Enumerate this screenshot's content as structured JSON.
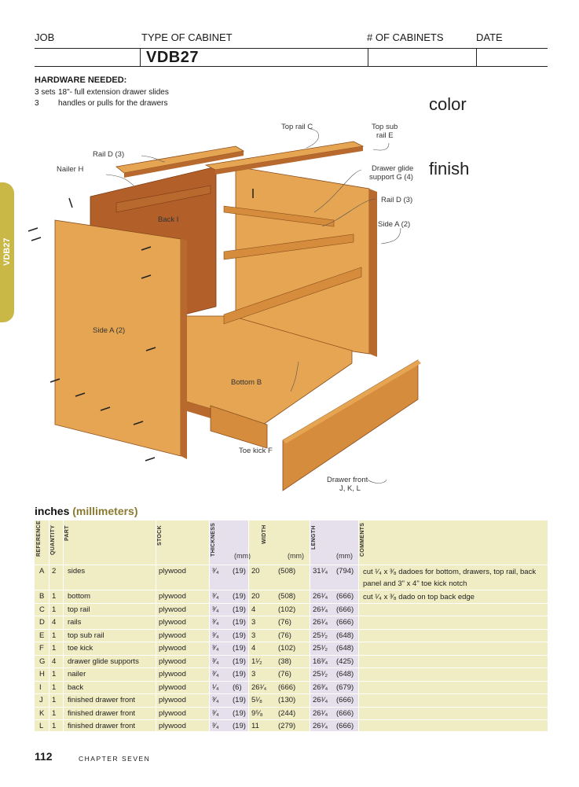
{
  "header": {
    "job_label": "JOB",
    "type_label": "TYPE OF CABINET",
    "count_label": "# OF CABINETS",
    "date_label": "DATE",
    "cabinet_name": "VDB27"
  },
  "hardware": {
    "title": "HARDWARE NEEDED:",
    "items": [
      {
        "qty": "3 sets",
        "desc": "18\"- full extension drawer slides"
      },
      {
        "qty": "3",
        "desc": "handles or pulls for the drawers"
      }
    ]
  },
  "notes": {
    "color": "color",
    "finish": "finish"
  },
  "side_tab": "VDB27",
  "drawing": {
    "colors": {
      "wood_light": "#e5a552",
      "wood_mid": "#d58c3c",
      "wood_dark": "#b8692e",
      "back": "#b35f2a"
    },
    "labels": {
      "rail_c": "Top rail C",
      "rail_e1": "Top sub",
      "rail_e2": "rail E",
      "rail_d_top": "Rail D (3)",
      "nailer": "Nailer H",
      "glide1": "Drawer glide",
      "glide2": "support G (4)",
      "rail_d_right": "Rail D (3)",
      "side_a_right": "Side A (2)",
      "back": "Back I",
      "side_a_left": "Side A (2)",
      "bottom": "Bottom B",
      "toe": "Toe kick F",
      "front1": "Drawer front",
      "front2": "J, K, L"
    }
  },
  "table": {
    "units_title": "inches",
    "units_mm": "(millimeters)",
    "headers": {
      "ref": "REFERENCE",
      "qty": "QUANTITY",
      "part": "PART",
      "stock": "STOCK",
      "thick": "THICKNESS",
      "width": "WIDTH",
      "length": "LENGTH",
      "comments": "COMMENTS",
      "mm": "(mm)"
    },
    "rows": [
      {
        "ref": "A",
        "qty": "2",
        "part": "sides",
        "stock": "plywood",
        "th": "³⁄₄",
        "thmm": "(19)",
        "w": "20",
        "wmm": "(508)",
        "l": "31¹⁄₄",
        "lmm": "(794)",
        "comment": "cut ¹⁄₄ x ³⁄₈ dadoes for bottom, drawers, top rail, back panel and 3\" x 4\" toe kick notch"
      },
      {
        "ref": "B",
        "qty": "1",
        "part": "bottom",
        "stock": "plywood",
        "th": "³⁄₄",
        "thmm": "(19)",
        "w": "20",
        "wmm": "(508)",
        "l": "26¹⁄₄",
        "lmm": "(666)",
        "comment": "cut ¹⁄₄ x ³⁄₈ dado on top back edge"
      },
      {
        "ref": "C",
        "qty": "1",
        "part": "top rail",
        "stock": "plywood",
        "th": "³⁄₄",
        "thmm": "(19)",
        "w": "4",
        "wmm": "(102)",
        "l": "26¹⁄₄",
        "lmm": "(666)",
        "comment": ""
      },
      {
        "ref": "D",
        "qty": "4",
        "part": "rails",
        "stock": "plywood",
        "th": "³⁄₄",
        "thmm": "(19)",
        "w": "3",
        "wmm": "(76)",
        "l": "26¹⁄₄",
        "lmm": "(666)",
        "comment": ""
      },
      {
        "ref": "E",
        "qty": "1",
        "part": "top sub rail",
        "stock": "plywood",
        "th": "³⁄₄",
        "thmm": "(19)",
        "w": "3",
        "wmm": "(76)",
        "l": "25¹⁄₂",
        "lmm": "(648)",
        "comment": ""
      },
      {
        "ref": "F",
        "qty": "1",
        "part": "toe kick",
        "stock": "plywood",
        "th": "³⁄₄",
        "thmm": "(19)",
        "w": "4",
        "wmm": "(102)",
        "l": "25¹⁄₂",
        "lmm": "(648)",
        "comment": ""
      },
      {
        "ref": "G",
        "qty": "4",
        "part": "drawer glide supports",
        "stock": "plywood",
        "th": "³⁄₄",
        "thmm": "(19)",
        "w": "1¹⁄₂",
        "wmm": "(38)",
        "l": "16³⁄₄",
        "lmm": "(425)",
        "comment": ""
      },
      {
        "ref": "H",
        "qty": "1",
        "part": "nailer",
        "stock": "plywood",
        "th": "³⁄₄",
        "thmm": "(19)",
        "w": "3",
        "wmm": "(76)",
        "l": "25¹⁄₂",
        "lmm": "(648)",
        "comment": ""
      },
      {
        "ref": "I",
        "qty": "1",
        "part": "back",
        "stock": "plywood",
        "th": "¹⁄₄",
        "thmm": "(6)",
        "w": "26¹⁄₄",
        "wmm": "(666)",
        "l": "26³⁄₄",
        "lmm": "(679)",
        "comment": ""
      },
      {
        "ref": "J",
        "qty": "1",
        "part": "finished drawer front",
        "stock": "plywood",
        "th": "³⁄₄",
        "thmm": "(19)",
        "w": "5¹⁄₈",
        "wmm": "(130)",
        "l": "26¹⁄₄",
        "lmm": "(666)",
        "comment": ""
      },
      {
        "ref": "K",
        "qty": "1",
        "part": "finished drawer front",
        "stock": "plywood",
        "th": "³⁄₄",
        "thmm": "(19)",
        "w": "9⁵⁄₈",
        "wmm": "(244)",
        "l": "26¹⁄₄",
        "lmm": "(666)",
        "comment": ""
      },
      {
        "ref": "L",
        "qty": "1",
        "part": "finished drawer front",
        "stock": "plywood",
        "th": "³⁄₄",
        "thmm": "(19)",
        "w": "11",
        "wmm": "(279)",
        "l": "26¹⁄₄",
        "lmm": "(666)",
        "comment": ""
      }
    ]
  },
  "footer": {
    "page": "112",
    "chapter": "CHAPTER SEVEN"
  }
}
